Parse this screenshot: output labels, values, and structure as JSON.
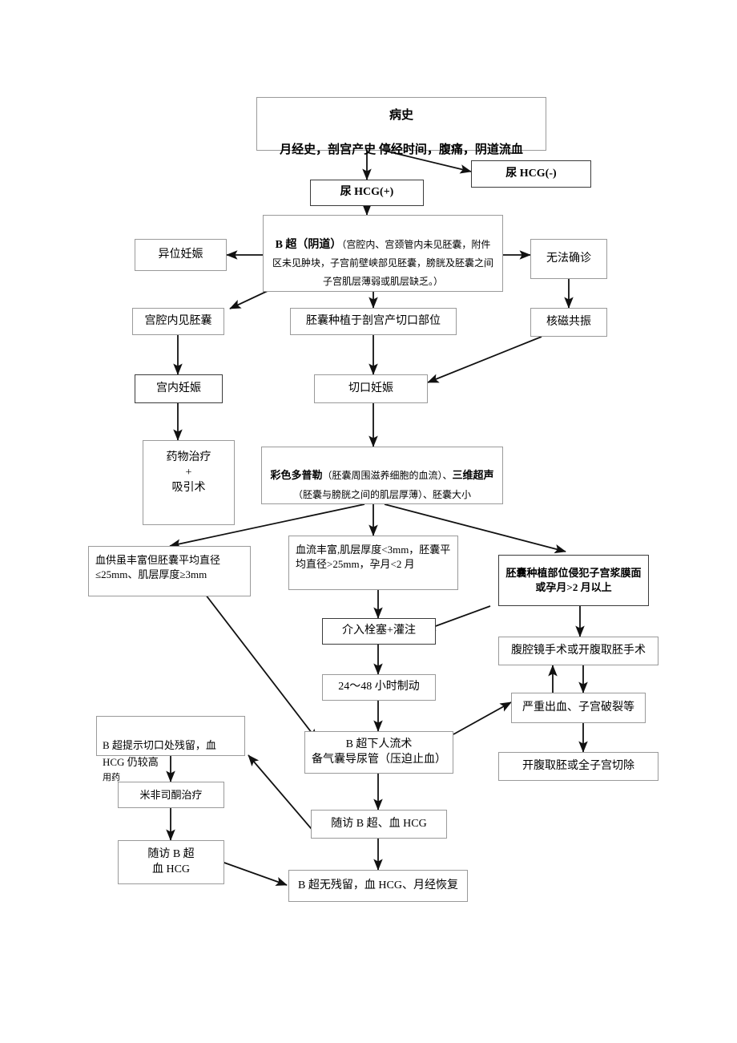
{
  "diagram": {
    "title_node": {
      "line1": "病史",
      "line2": "月经史，剖宫产史 停经时间，腹痛，阴道流血"
    },
    "nodes": {
      "urine_hcg_pos": "尿 HCG(+)",
      "urine_hcg_neg": "尿 HCG(-)",
      "bchao_head": "B 超（阴道）",
      "bchao_body": "（宫腔内、宫颈管内未见胚囊，附件区未见肿块，子宫前壁峡部见胚囊，膀胱及胚囊之间子宫肌层薄弱或肌层缺乏。）",
      "ectopic": "异位妊娠",
      "no_diagnosis": "无法确诊",
      "mri": "核磁共振",
      "sac_in_cavity": "宫腔内见胚囊",
      "implant_incision": "胚囊种植于剖宫产切口部位",
      "intrauterine": "宫内妊娠",
      "incision_pregnancy": "切口妊娠",
      "drug_aspiration": "药物治疗\n+\n吸引术",
      "doppler_head1": "彩色多普勒",
      "doppler_mid1": "（胚囊周围滋养细胞的血流）、",
      "doppler_head2": "三维超声",
      "doppler_mid2": "（胚囊与膀胱之间的肌层厚薄）、胚囊大小",
      "branch_left": "血供虽丰富但胚囊平均直径\n≤25mm、肌层厚度≥3mm",
      "branch_mid": "血流丰富,肌层厚度<3mm，胚囊平均直径>25mm，孕月<2 月",
      "branch_right": "胚囊种植部位侵犯子宫浆膜面或孕月>2 月以上",
      "embolization": "介入栓塞+灌注",
      "immobilize": "24～48 小时制动",
      "laparoscopy": "腹腔镜手术或开腹取胚手术",
      "bleeding_rupture": "严重出血、子宫破裂等",
      "laparotomy_hyst": "开腹取胚或全子宫切除",
      "bchao_abortion": "B 超下人流术\n备气囊导尿管（压迫止血）",
      "followup_mid": "随访 B 超、血 HCG",
      "residual_head": "B 超提示切口处残留，血 HCG 仍较高",
      "residual_note": "用药",
      "mifepristone": "米非司酮治疗",
      "followup_left": "随访 B 超\n血 HCG",
      "no_residual": "B 超无残留，血 HCG、月经恢复"
    }
  }
}
